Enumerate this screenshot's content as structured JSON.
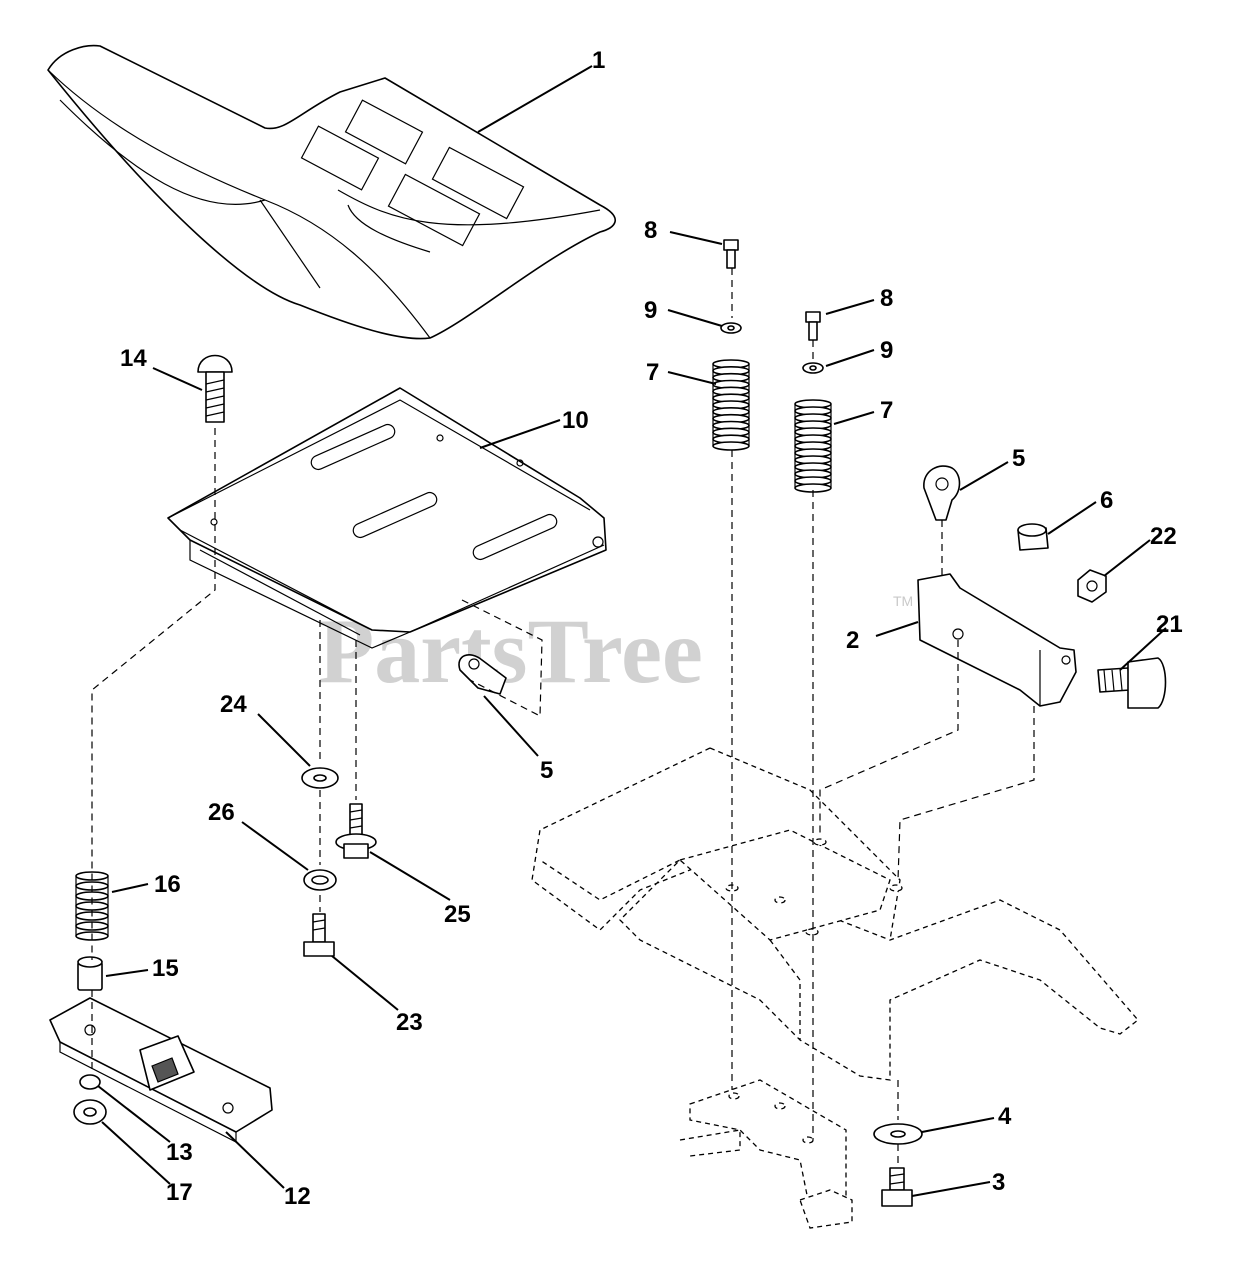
{
  "watermark": {
    "text": "PartsTree",
    "trademark": "TM"
  },
  "callouts": [
    {
      "id": "c1",
      "label": "1"
    },
    {
      "id": "c14",
      "label": "14"
    },
    {
      "id": "c10",
      "label": "10"
    },
    {
      "id": "c8a",
      "label": "8"
    },
    {
      "id": "c9a",
      "label": "9"
    },
    {
      "id": "c7a",
      "label": "7"
    },
    {
      "id": "c8b",
      "label": "8"
    },
    {
      "id": "c9b",
      "label": "9"
    },
    {
      "id": "c7b",
      "label": "7"
    },
    {
      "id": "c5a",
      "label": "5"
    },
    {
      "id": "c6",
      "label": "6"
    },
    {
      "id": "c22",
      "label": "22"
    },
    {
      "id": "c2",
      "label": "2"
    },
    {
      "id": "c21",
      "label": "21"
    },
    {
      "id": "c5b",
      "label": "5"
    },
    {
      "id": "c24",
      "label": "24"
    },
    {
      "id": "c26",
      "label": "26"
    },
    {
      "id": "c25",
      "label": "25"
    },
    {
      "id": "c16",
      "label": "16"
    },
    {
      "id": "c15",
      "label": "15"
    },
    {
      "id": "c23",
      "label": "23"
    },
    {
      "id": "c13",
      "label": "13"
    },
    {
      "id": "c17",
      "label": "17"
    },
    {
      "id": "c12",
      "label": "12"
    },
    {
      "id": "c4",
      "label": "4"
    },
    {
      "id": "c3",
      "label": "3"
    }
  ]
}
